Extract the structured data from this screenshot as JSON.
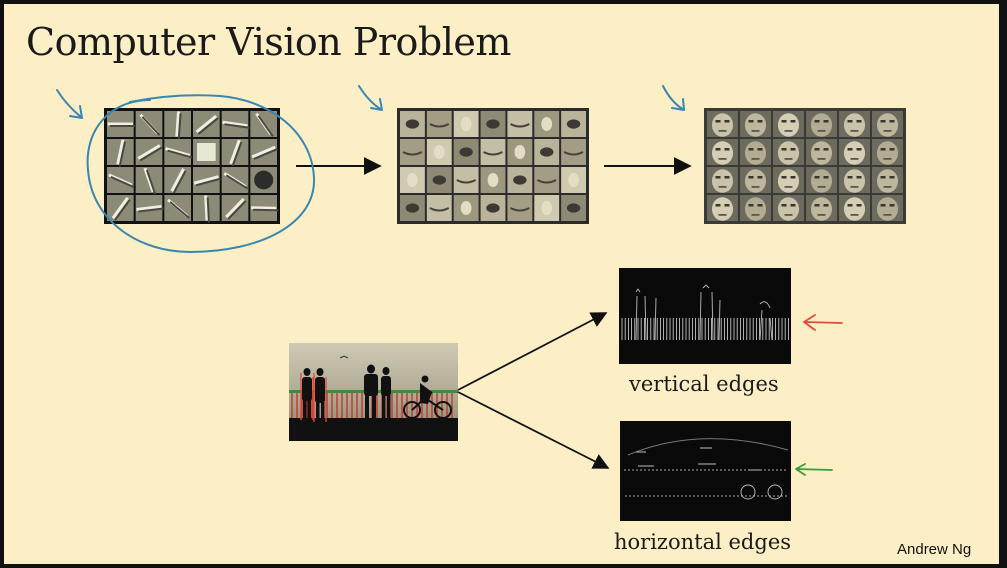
{
  "slide": {
    "title": "Computer Vision Problem",
    "author": "Andrew Ng"
  },
  "feature_hierarchy": {
    "panels": [
      {
        "name": "edge-filters",
        "rows": 4,
        "cols": 6
      },
      {
        "name": "face-parts",
        "rows": 4,
        "cols": 7
      },
      {
        "name": "face-models",
        "rows": 4,
        "cols": 6
      }
    ]
  },
  "edge_detection": {
    "input_image": "street-silhouettes",
    "outputs": [
      {
        "caption": "vertical edges",
        "annotation_color": "#e8463a"
      },
      {
        "caption": "horizontal edges",
        "annotation_color": "#3b9a3b"
      }
    ]
  },
  "annotations": {
    "pen_color": "#3b86b0"
  }
}
